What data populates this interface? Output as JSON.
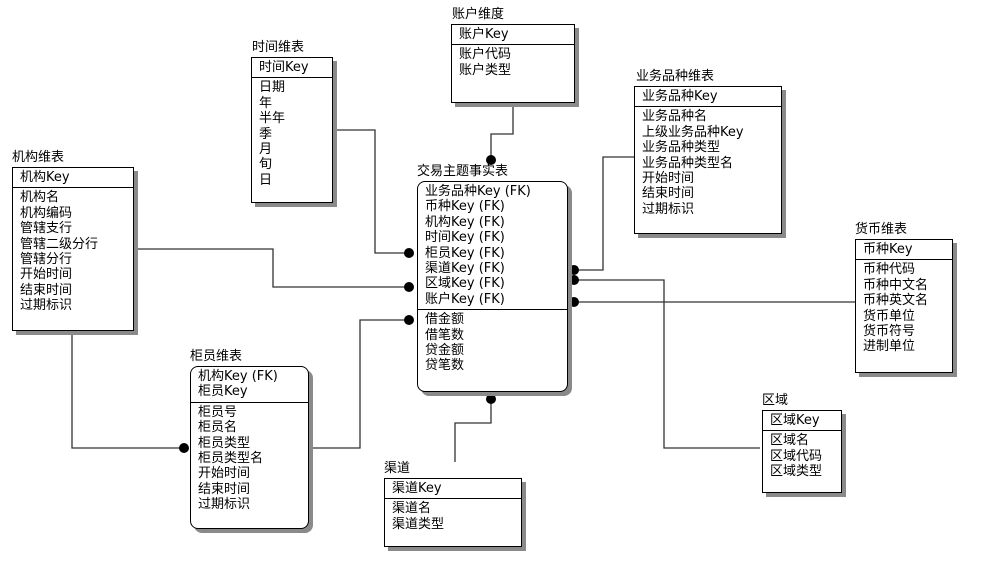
{
  "diagram": {
    "entities": {
      "account": {
        "name": "账户维度",
        "keys": [
          "账户Key"
        ],
        "attributes": [
          "账户代码",
          "账户类型"
        ]
      },
      "time": {
        "name": "时间维表",
        "keys": [
          "时间Key"
        ],
        "attributes": [
          "日期",
          "年",
          "半年",
          "季",
          "月",
          "旬",
          "日"
        ]
      },
      "product": {
        "name": "业务品种维表",
        "keys": [
          "业务品种Key"
        ],
        "attributes": [
          "业务品种名",
          "上级业务品种Key",
          "业务品种类型",
          "业务品种类型名",
          "开始时间",
          "结束时间",
          "过期标识"
        ]
      },
      "org": {
        "name": "机构维表",
        "keys": [
          "机构Key"
        ],
        "attributes": [
          "机构名",
          "机构编码",
          "管辖支行",
          "管辖二级分行",
          "管辖分行",
          "开始时间",
          "结束时间",
          "过期标识"
        ]
      },
      "fact": {
        "name": "交易主题事实表",
        "keys": [
          "业务品种Key (FK)",
          "币种Key (FK)",
          "机构Key (FK)",
          "时间Key (FK)",
          "柜员Key (FK)",
          "渠道Key (FK)",
          "区域Key (FK)",
          "账户Key (FK)"
        ],
        "attributes": [
          "借金额",
          "借笔数",
          "贷金额",
          "贷笔数"
        ]
      },
      "currency": {
        "name": "货币维表",
        "keys": [
          "币种Key"
        ],
        "attributes": [
          "币种代码",
          "币种中文名",
          "币种英文名",
          "货币单位",
          "货币符号",
          "进制单位"
        ]
      },
      "teller": {
        "name": "柜员维表",
        "keys": [
          "机构Key (FK)",
          "柜员Key"
        ],
        "attributes": [
          "柜员号",
          "柜员名",
          "柜员类型",
          "柜员类型名",
          "开始时间",
          "结束时间",
          "过期标识"
        ]
      },
      "channel": {
        "name": "渠道",
        "keys": [
          "渠道Key"
        ],
        "attributes": [
          "渠道名",
          "渠道类型"
        ]
      },
      "region": {
        "name": "区域",
        "keys": [
          "区域Key"
        ],
        "attributes": [
          "区域名",
          "区域代码",
          "区域类型"
        ]
      }
    },
    "relationships": [
      {
        "from": "account",
        "to": "fact"
      },
      {
        "from": "time",
        "to": "fact"
      },
      {
        "from": "org",
        "to": "fact"
      },
      {
        "from": "org",
        "to": "teller"
      },
      {
        "from": "teller",
        "to": "fact"
      },
      {
        "from": "product",
        "to": "fact"
      },
      {
        "from": "currency",
        "to": "fact"
      },
      {
        "from": "region",
        "to": "fact"
      },
      {
        "from": "channel",
        "to": "fact"
      }
    ]
  }
}
